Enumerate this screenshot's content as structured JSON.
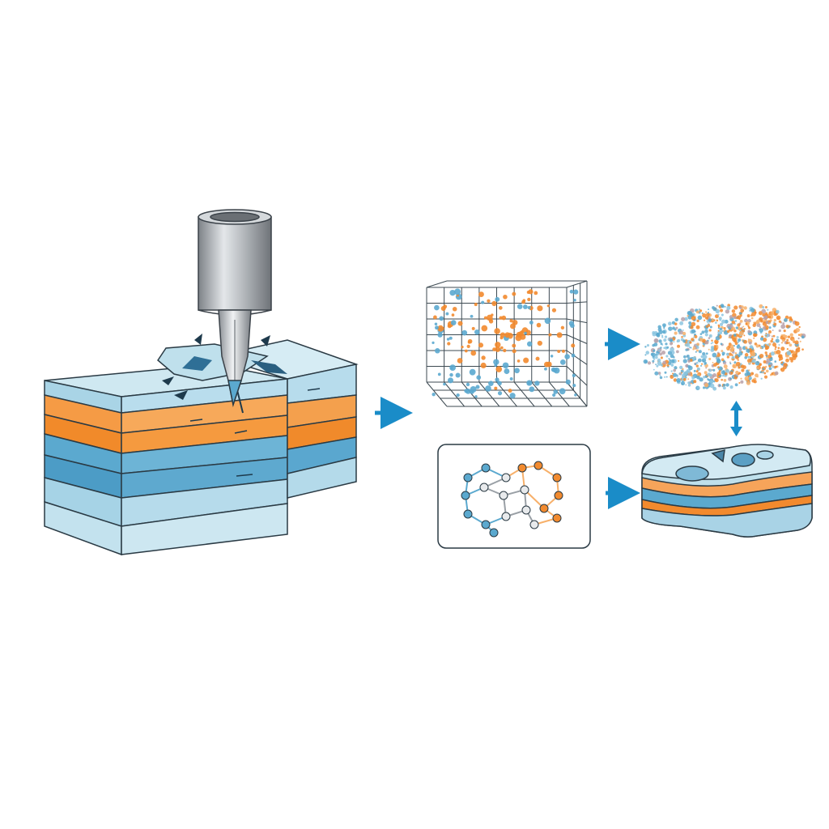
{
  "diagram": {
    "stages": [
      {
        "id": "indentation",
        "icon": "indenter-on-layered-block-icon"
      },
      {
        "id": "voxel-grid",
        "icon": "particle-grid-icon"
      },
      {
        "id": "particle-cloud",
        "icon": "particle-cloud-icon"
      },
      {
        "id": "network-model",
        "icon": "molecular-network-icon"
      },
      {
        "id": "reconstructed-sample",
        "icon": "layered-sample-icon"
      }
    ],
    "arrows": [
      {
        "from": "indentation",
        "to": "voxel-grid",
        "direction": "right"
      },
      {
        "from": "voxel-grid",
        "to": "particle-cloud",
        "direction": "right"
      },
      {
        "from": "particle-cloud",
        "to": "reconstructed-sample",
        "direction": "bidirectional-vertical"
      },
      {
        "from": "network-model",
        "to": "reconstructed-sample",
        "direction": "right"
      }
    ],
    "colors": {
      "light_blue": "#bfe0ec",
      "mid_blue": "#5ba9cf",
      "orange": "#f28a2e",
      "light_orange": "#f7b06a",
      "arrow_blue": "#1a8cc8",
      "steel": "#9aa0a6",
      "outline": "#2a3a44"
    }
  }
}
